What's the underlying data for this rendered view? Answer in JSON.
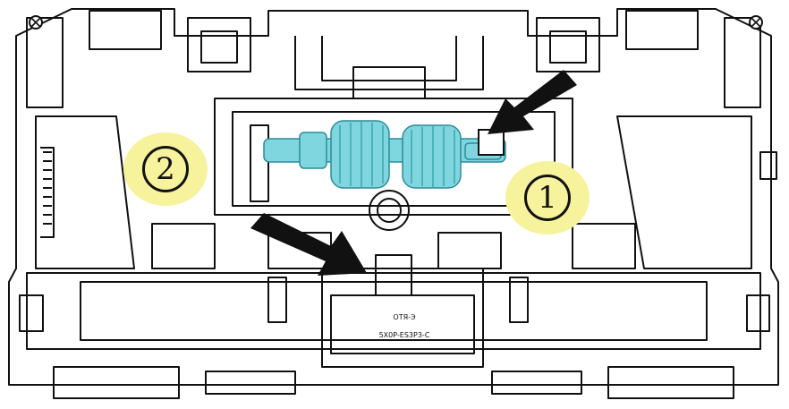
{
  "diagram": {
    "callouts": [
      {
        "label": "2"
      },
      {
        "label": "1"
      }
    ],
    "roller_label_line1": "5X0P-ES3P3-C",
    "roller_label_line2": "ОТЯ-Э",
    "colors": {
      "line": "#111111",
      "roller": "#7fd6de",
      "roller_dark": "#3aa6b4",
      "callout_fill": "#f7f29c",
      "arrow": "#111111"
    },
    "icons": [
      "screw-icon-left",
      "screw-icon-right",
      "arrow-icon-top-right",
      "arrow-icon-bottom-left"
    ]
  }
}
